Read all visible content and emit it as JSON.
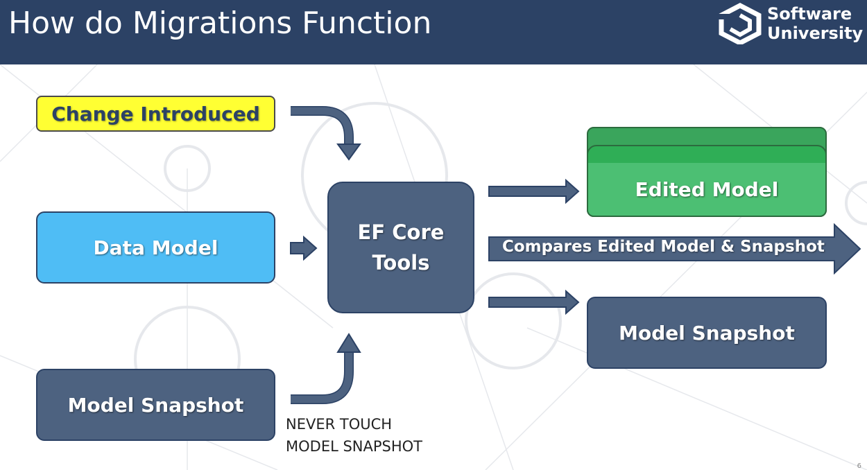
{
  "header": {
    "title": "How do Migrations Function",
    "logo_line1": "Software",
    "logo_line2": "University"
  },
  "diagram": {
    "change_introduced": "Change Introduced",
    "data_model": "Data Model",
    "model_snapshot_left": "Model Snapshot",
    "ef_core_line1": "EF Core",
    "ef_core_line2": "Tools",
    "edited_model": "Edited Model",
    "compares": "Compares Edited Model & Snapshot",
    "model_snapshot_right": "Model Snapshot",
    "note_line1": "NEVER TOUCH",
    "note_line2": "MODEL SNAPSHOT"
  },
  "colors": {
    "header": "#2c4265",
    "yellow": "#ffff33",
    "blue": "#4fbdf5",
    "slate": "#4d6280",
    "green": "#4cbf73"
  },
  "page_number": "6"
}
